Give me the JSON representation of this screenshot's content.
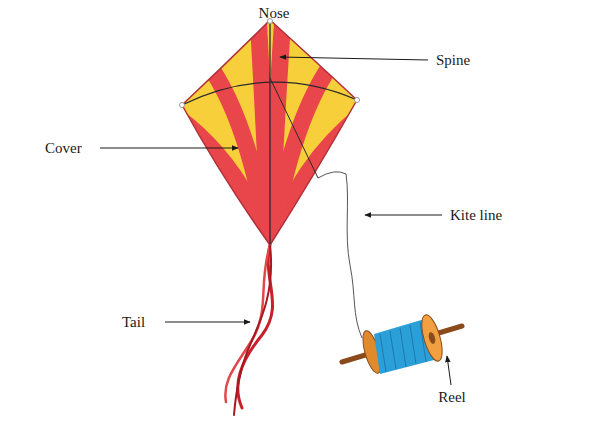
{
  "diagram": {
    "labels": [
      "Nose",
      "Spine",
      "Cover",
      "Kite line",
      "Tail",
      "Reel"
    ]
  }
}
